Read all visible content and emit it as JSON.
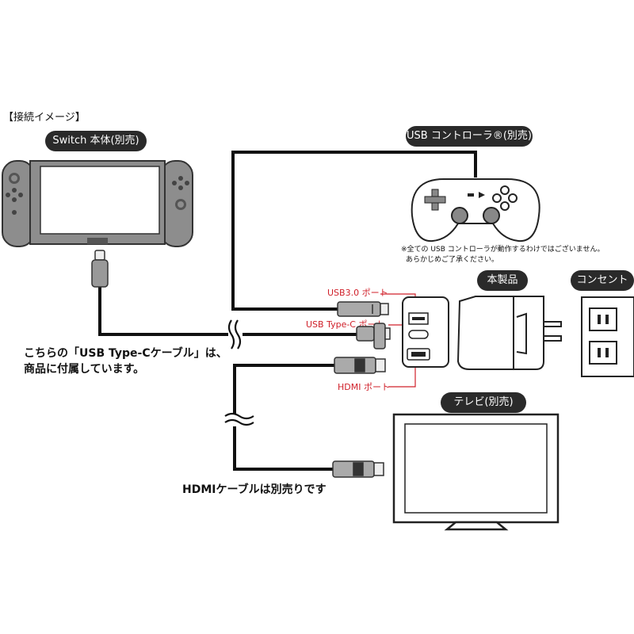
{
  "heading": "【接続イメージ】",
  "labels": {
    "switch": "Switch 本体(別売)",
    "controller": "USB コントローラ®(別売)",
    "product": "本製品",
    "outlet": "コンセント",
    "tv": "テレビ(別売)"
  },
  "ports": {
    "usb3": "USB3.0 ポート",
    "typec": "USB Type-C ポート",
    "hdmi": "HDMI ポート"
  },
  "notes": {
    "controller_line1": "※全ての USB コントローラが動作するわけではございません。",
    "controller_line2": "あらかじめご了承ください。"
  },
  "captions": {
    "typec_cable_line1": "こちらの「USB Type-Cケーブル」は、",
    "typec_cable_line2": "商品に付属しています。",
    "hdmi_cable": "HDMIケーブルは別売りです"
  },
  "colors": {
    "pill_bg": "#2a2a2a",
    "port_red": "#d0202a",
    "device_gray": "#8a8a8a"
  }
}
